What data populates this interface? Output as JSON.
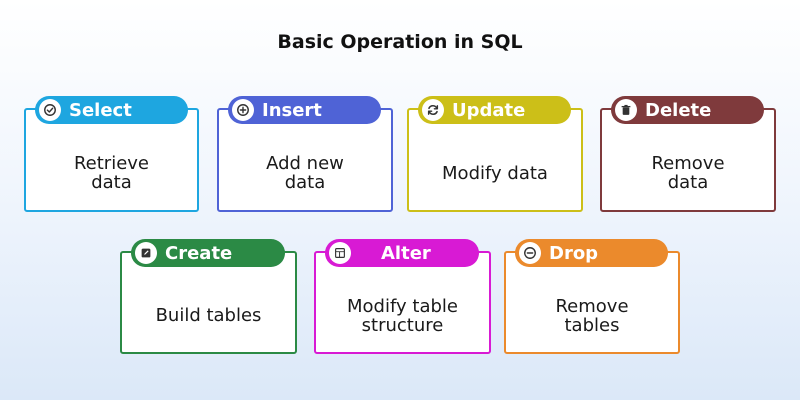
{
  "title": "Basic Operation in SQL",
  "operations": [
    {
      "key": "select",
      "label": "Select",
      "description": "Retrieve\ndata",
      "color": "#1ea6e0",
      "icon": "check-circle-icon"
    },
    {
      "key": "insert",
      "label": "Insert",
      "description": "Add new\ndata",
      "color": "#4f63d6",
      "icon": "plus-circle-icon"
    },
    {
      "key": "update",
      "label": "Update",
      "description": "Modify data",
      "color": "#ccbf18",
      "icon": "refresh-icon"
    },
    {
      "key": "delete",
      "label": "Delete",
      "description": "Remove\ndata",
      "color": "#7f3a3c",
      "icon": "trash-icon"
    },
    {
      "key": "create",
      "label": "Create",
      "description": "Build tables",
      "color": "#2b8a45",
      "icon": "edit-square-icon"
    },
    {
      "key": "alter",
      "label": "Alter",
      "description": "Modify table\nstructure",
      "color": "#d81ad4",
      "icon": "modify-table-icon"
    },
    {
      "key": "drop",
      "label": "Drop",
      "description": "Remove\ntables",
      "color": "#eb8a2c",
      "icon": "minus-circle-icon"
    }
  ]
}
